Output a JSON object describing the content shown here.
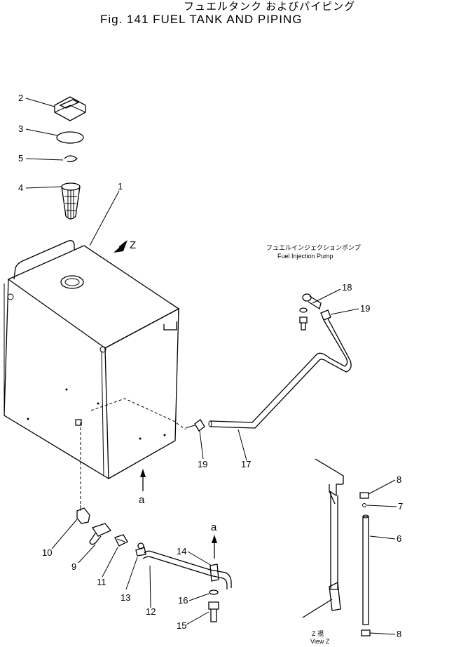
{
  "title": {
    "japanese": "フュエルタンク およびパイピング",
    "english": "Fig. 141 FUEL TANK AND PIPING"
  },
  "callouts": {
    "z_arrow": "Z",
    "a_lower": "a",
    "a_upper": "a"
  },
  "pump_label": {
    "japanese": "フュエルインジェクションポンプ",
    "english": "Fuel Injection Pump"
  },
  "view_label": {
    "japanese": "Z 視",
    "english": "View Z"
  },
  "part_numbers": {
    "p1": "1",
    "p2": "2",
    "p3": "3",
    "p4": "4",
    "p5": "5",
    "p6": "6",
    "p7": "7",
    "p8a": "8",
    "p8b": "8",
    "p9": "9",
    "p10": "10",
    "p11": "11",
    "p12": "12",
    "p13": "13",
    "p14": "14",
    "p15": "15",
    "p16": "16",
    "p17": "17",
    "p18": "18",
    "p19a": "19",
    "p19b": "19"
  }
}
